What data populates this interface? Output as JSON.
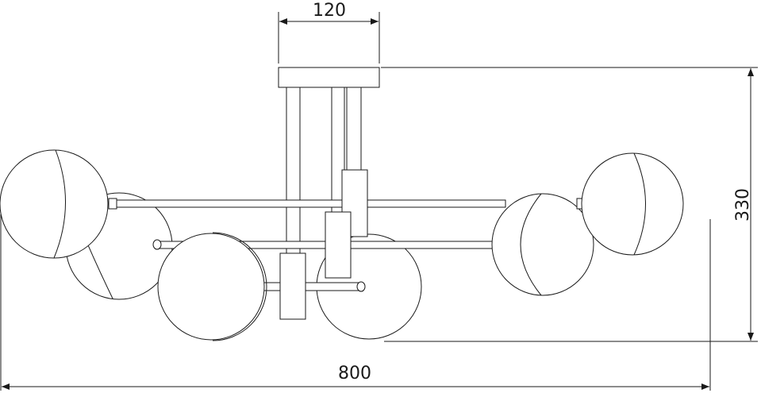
{
  "drawing": {
    "subject": "chandelier",
    "dimensions": {
      "canopy_width": "120",
      "height": "330",
      "overall_width": "800"
    },
    "colors": {
      "line": "#1a1a1a",
      "background": "#ffffff"
    }
  }
}
